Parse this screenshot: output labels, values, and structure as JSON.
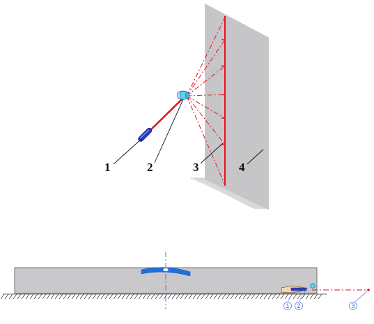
{
  "top_figure": {
    "labels": [
      {
        "id": "1",
        "text": "1",
        "refers_to": "laser-pointer"
      },
      {
        "id": "2",
        "text": "2",
        "refers_to": "cylinder-lens"
      },
      {
        "id": "3",
        "text": "3",
        "refers_to": "projected-line"
      },
      {
        "id": "4",
        "text": "4",
        "refers_to": "screen"
      }
    ],
    "colors": {
      "screen_fill": "#c6c6c8",
      "screen_floor": "#d9d9db",
      "beam": "#e8121b",
      "laser_body": "#2a3fb8",
      "lens": "#5fd0ee",
      "leader": "#111111"
    }
  },
  "bottom_figure": {
    "labels": [
      {
        "id": "c1",
        "text": "1"
      },
      {
        "id": "c2",
        "text": "2"
      },
      {
        "id": "c3",
        "text": "3"
      }
    ],
    "colors": {
      "table_fill": "#c9c9cb",
      "ground_hatch": "#444444",
      "axis": "#3a5fd0",
      "lens_blue": "#1f6fe0",
      "beam": "#e8121b",
      "callout": "#3b6fd0"
    }
  }
}
